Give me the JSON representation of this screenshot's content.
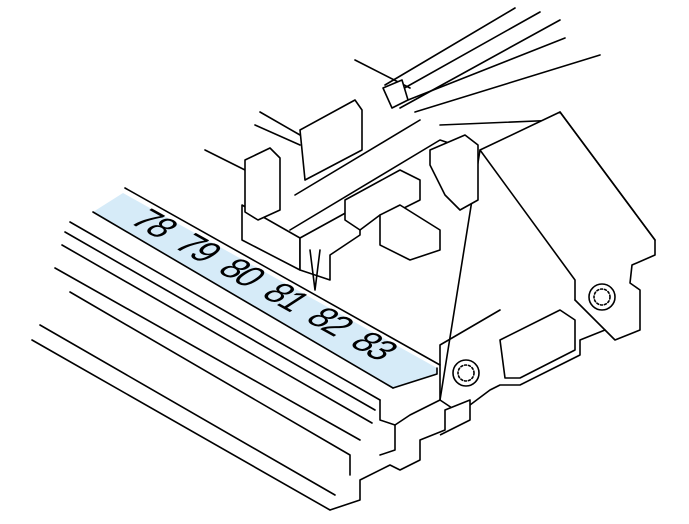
{
  "diagram": {
    "label_strip": {
      "numbers": [
        "78",
        "79",
        "80",
        "81",
        "82",
        "83"
      ],
      "color": "#d6ebf8"
    }
  }
}
